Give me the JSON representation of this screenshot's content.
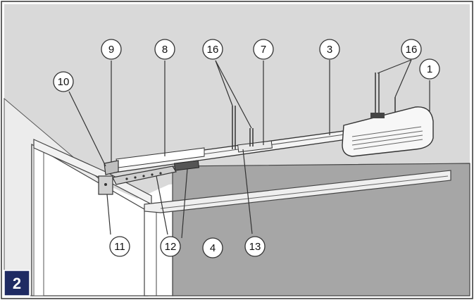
{
  "figure": {
    "number": "2",
    "colors": {
      "wall": "#d9d9d9",
      "door_panel": "#a6a6a6",
      "line": "#333333",
      "badge": "#1f2b63",
      "white": "#ffffff"
    },
    "callouts": [
      {
        "id": "c1",
        "label": "1"
      },
      {
        "id": "c3",
        "label": "3"
      },
      {
        "id": "c4",
        "label": "4"
      },
      {
        "id": "c7",
        "label": "7"
      },
      {
        "id": "c8",
        "label": "8"
      },
      {
        "id": "c9",
        "label": "9"
      },
      {
        "id": "c10",
        "label": "10"
      },
      {
        "id": "c11",
        "label": "11"
      },
      {
        "id": "c12",
        "label": "12"
      },
      {
        "id": "c13",
        "label": "13"
      },
      {
        "id": "c16a",
        "label": "16"
      },
      {
        "id": "c16b",
        "label": "16"
      }
    ]
  }
}
